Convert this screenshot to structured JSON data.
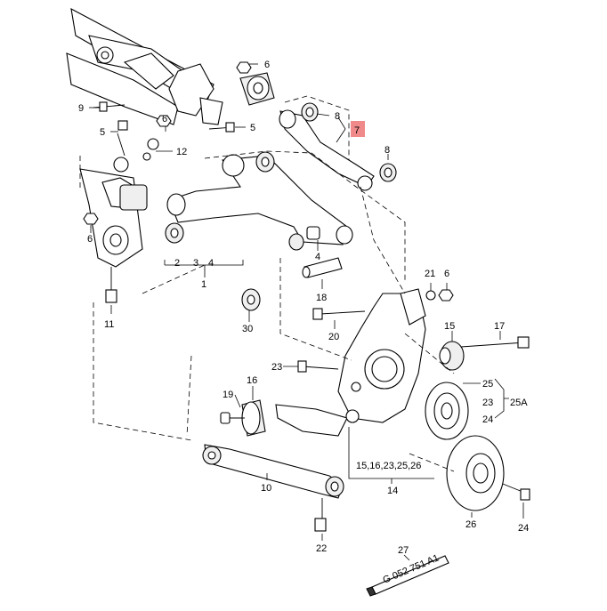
{
  "callouts": {
    "c6a": "6",
    "c9": "9",
    "c5a": "5",
    "c5b": "5",
    "c8a": "8",
    "c7": "7",
    "c6b": "6",
    "c12": "12",
    "c8b": "8",
    "c6c": "6",
    "c4a": "4",
    "c2": "2",
    "c3": "3",
    "c4b": "4",
    "c1": "1",
    "c11": "11",
    "c21": "21",
    "c6d": "6",
    "c18": "18",
    "c30": "30",
    "c15": "15",
    "c17": "17",
    "c20": "20",
    "c23a": "23",
    "c25a": "25",
    "c23b": "23",
    "c25b": "25A",
    "c24a": "24",
    "c19": "19",
    "c16": "16",
    "c1516": "15,16,23,25,26",
    "c14": "14",
    "c10": "10",
    "c26": "26",
    "c24b": "24",
    "c22": "22",
    "c27": "27"
  },
  "tube_text": "G 052 751 A1",
  "highlight_color": "#f08a8a"
}
